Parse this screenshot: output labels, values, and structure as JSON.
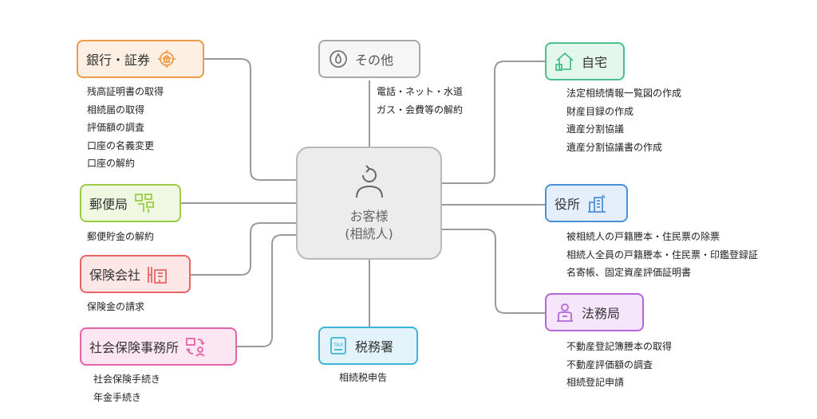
{
  "center": {
    "title_line1": "お客様",
    "title_line2": "(相続人)",
    "icon": "person-refresh-icon"
  },
  "colors": {
    "bank": "#ee9a46",
    "bank_bg": "#fdf0e2",
    "other": "#a8a8a8",
    "other_bg": "#f6f6f6",
    "home": "#48c08a",
    "home_bg": "#e4f7ec",
    "post": "#9acd44",
    "post_bg": "#f1f8e2",
    "city": "#4a90d9",
    "city_bg": "#e4effb",
    "insurance": "#e66464",
    "insurance_bg": "#fde6e6",
    "legal": "#b465d8",
    "legal_bg": "#f5e6fb",
    "social": "#e263a8",
    "social_bg": "#fce6f1",
    "tax": "#3cb4d7",
    "tax_bg": "#e2f4fa",
    "line": "#9a9a9a"
  },
  "nodes": {
    "bank": {
      "label": "銀行・証券",
      "icon": "bank-icon",
      "items": [
        "残高証明書の取得",
        "相続届の取得",
        "評価額の調査",
        "口座の名義変更",
        "口座の解約"
      ]
    },
    "other": {
      "label": "その他",
      "icon": "drop-icon",
      "items": [
        "電話・ネット・水道",
        "ガス・会費等の解約"
      ]
    },
    "home": {
      "label": "自宅",
      "icon": "house-icon",
      "items": [
        "法定相続情報一覧図の作成",
        "財産目録の作成",
        "遺産分割協議",
        "遺産分割協議書の作成"
      ]
    },
    "post": {
      "label": "郵便局",
      "icon": "post-icon",
      "items": [
        "郵便貯金の解約"
      ]
    },
    "city": {
      "label": "役所",
      "icon": "building-icon",
      "items": [
        "被相続人の戸籍謄本・住民票の除票",
        "相続人全員の戸籍謄本・住民票・印鑑登録証",
        "名寄帳、固定資産評価証明書"
      ]
    },
    "insurance": {
      "label": "保険会社",
      "icon": "insurance-icon",
      "items": [
        "保険金の請求"
      ]
    },
    "legal": {
      "label": "法務局",
      "icon": "legal-person-icon",
      "items": [
        "不動産登記簿謄本の取得",
        "不動産評価額の調査",
        "相続登記申請"
      ]
    },
    "social": {
      "label": "社会保険事務所",
      "icon": "social-exchange-icon",
      "items": [
        "社会保険手続き",
        "年金手続き"
      ]
    },
    "tax": {
      "label": "税務署",
      "icon": "tax-icon",
      "icon_text": "TAX",
      "items": [
        "相続税申告"
      ]
    }
  }
}
